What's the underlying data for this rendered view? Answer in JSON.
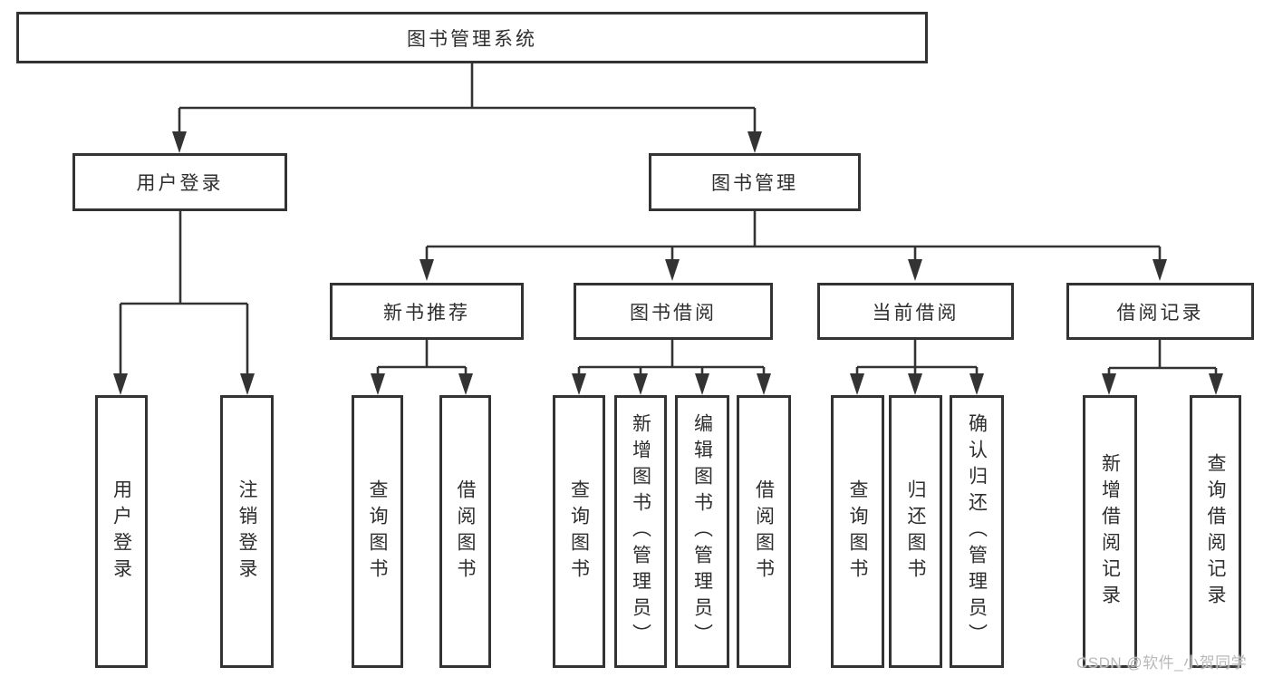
{
  "diagram": {
    "title": "图书管理系统",
    "watermark": "CSDN @软件_小贺同学",
    "colors": {
      "line": "#333333",
      "text": "#2e2e2e",
      "box_background": "#ffffff",
      "watermark": "#b9b9b9"
    },
    "nodes": {
      "root": "图书管理系统",
      "user_login": "用户登录",
      "book_mgmt": "图书管理",
      "new_book_rec": "新书推荐",
      "book_borrow": "图书借阅",
      "current_borrow": "当前借阅",
      "borrow_record": "借阅记录",
      "login": "用户登录",
      "logout": "注销登录",
      "query_book_1": "查询图书",
      "borrow_book_1": "借阅图书",
      "query_book_2": "查询图书",
      "add_book": "新增图书（管理员）",
      "edit_book": "编辑图书（管理员）",
      "borrow_book_2": "借阅图书",
      "query_book_3": "查询图书",
      "return_book": "归还图书",
      "confirm_return": "确认归还（管理员）",
      "add_borrow_record": "新增借阅记录",
      "query_borrow_record": "查询借阅记录"
    },
    "edges": [
      {
        "from": "图书管理系统",
        "to": [
          "用户登录",
          "图书管理"
        ]
      },
      {
        "from": "用户登录",
        "to": [
          "用户登录",
          "注销登录"
        ]
      },
      {
        "from": "图书管理",
        "to": [
          "新书推荐",
          "图书借阅",
          "当前借阅",
          "借阅记录"
        ]
      },
      {
        "from": "新书推荐",
        "to": [
          "查询图书",
          "借阅图书"
        ]
      },
      {
        "from": "图书借阅",
        "to": [
          "查询图书",
          "新增图书（管理员）",
          "编辑图书（管理员）",
          "借阅图书"
        ]
      },
      {
        "from": "当前借阅",
        "to": [
          "查询图书",
          "归还图书",
          "确认归还（管理员）"
        ]
      },
      {
        "from": "借阅记录",
        "to": [
          "新增借阅记录",
          "查询借阅记录"
        ]
      }
    ]
  }
}
